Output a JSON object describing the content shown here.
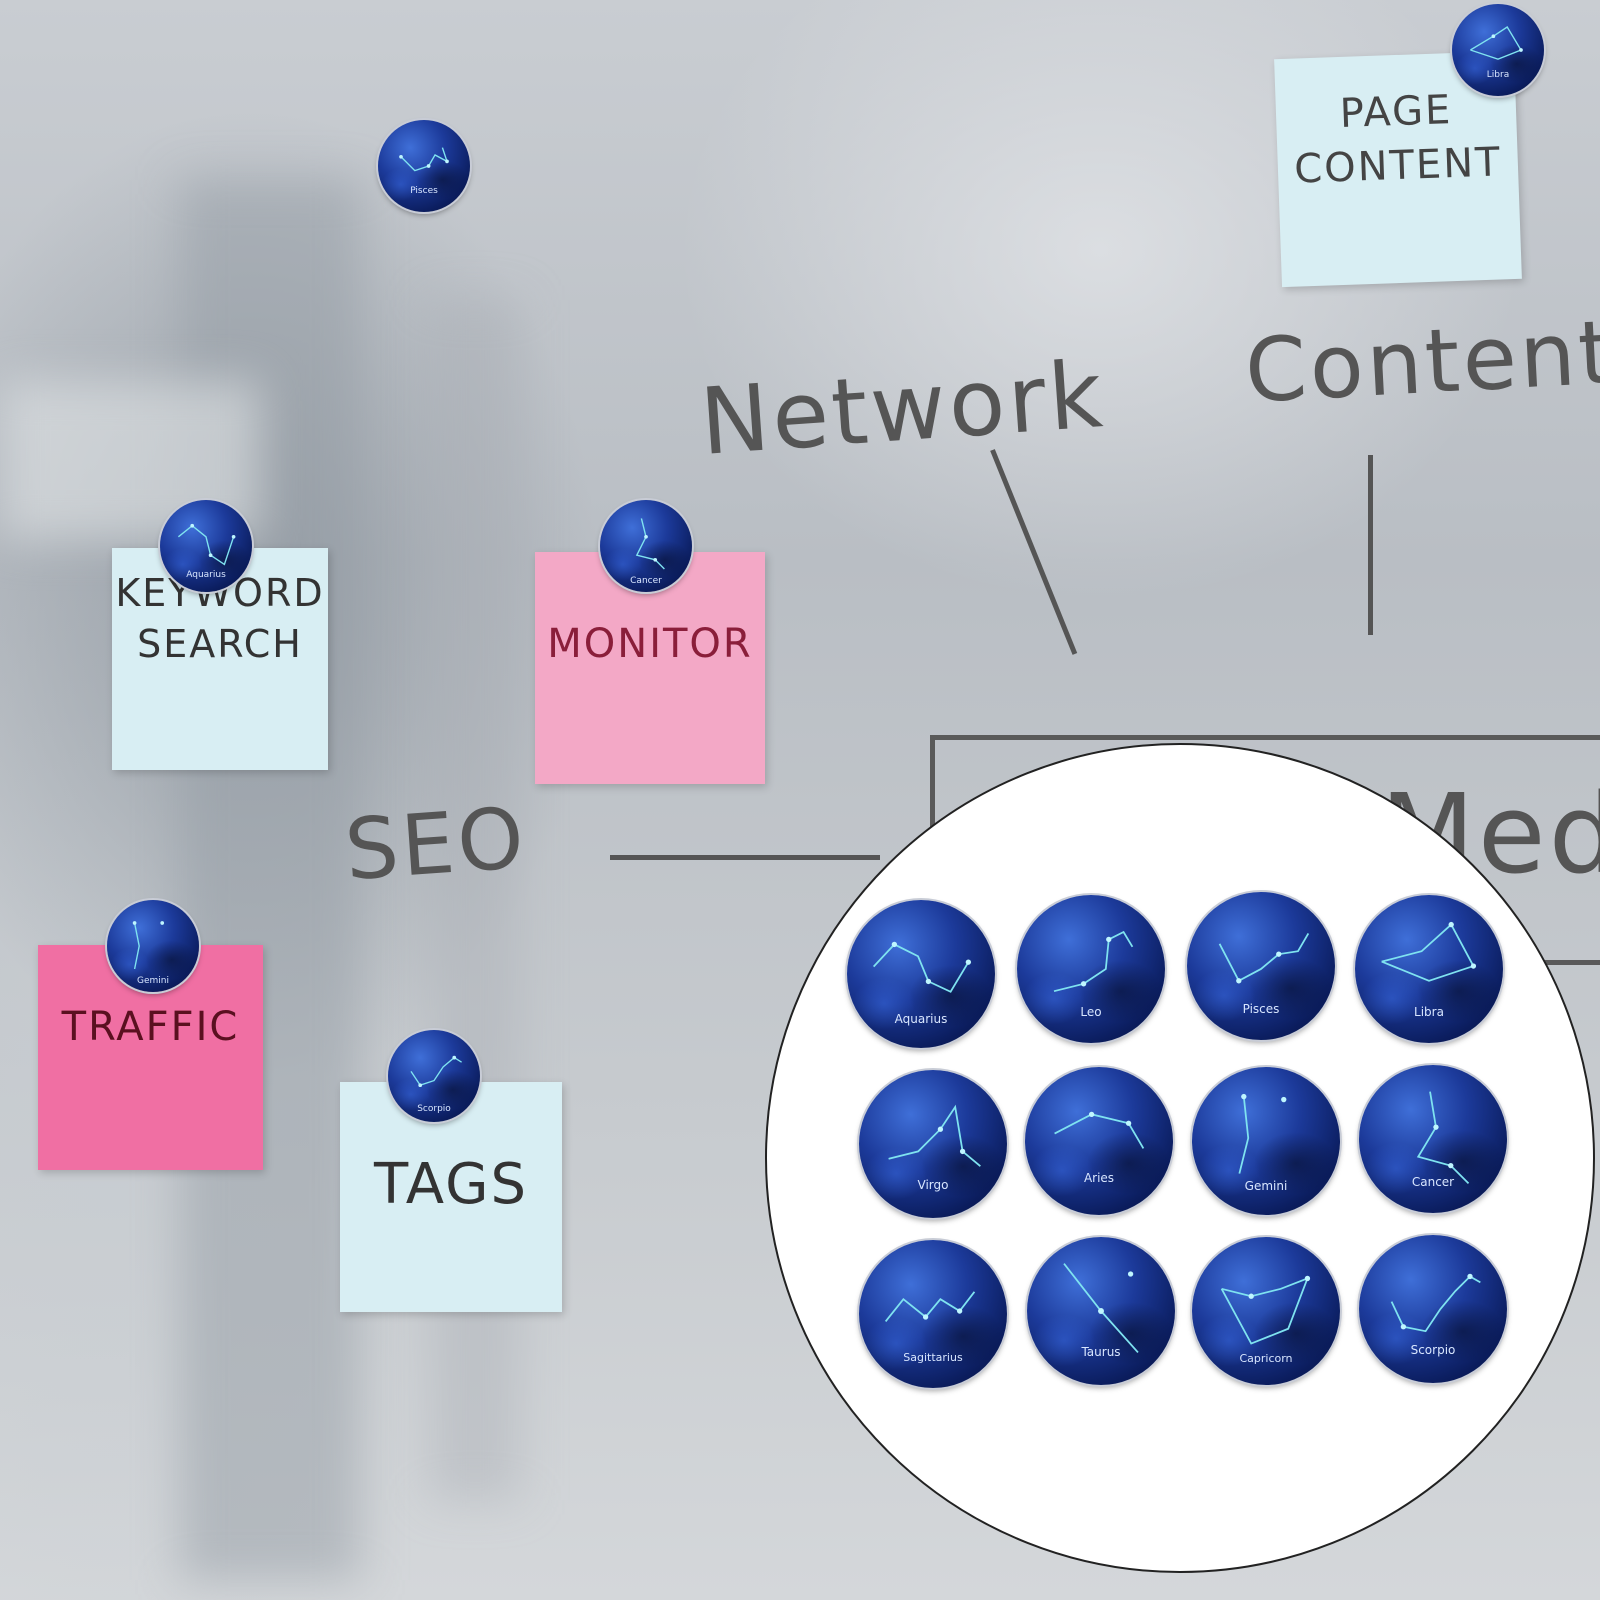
{
  "board": {
    "text_network": "Network",
    "text_content": "Content",
    "text_seo": "SEO",
    "text_media": "Med"
  },
  "notes": {
    "page_content": "PAGE\nCONTENT",
    "keyword_search": "KEYWORD\nSEARCH",
    "monitor": "MONITOR",
    "traffic": "TRAFFIC",
    "tags": "TAGS"
  },
  "colors": {
    "note_blue": "#d8eef3",
    "note_pink": "#f3a8c6",
    "note_hotpink": "#f06fa3",
    "magnet_blue": "#1c3a9a",
    "star_cyan": "#7fe3f0"
  },
  "board_magnets": {
    "pisces": "Pisces",
    "libra": "Libra",
    "aquarius": "Aquarius",
    "cancer": "Cancer",
    "gemini": "Gemini",
    "scorpio": "Scorpio"
  },
  "inset_magnets": {
    "row1": [
      "Aquarius",
      "Leo",
      "Pisces",
      "Libra"
    ],
    "row2": [
      "Virgo",
      "Aries",
      "Gemini",
      "Cancer"
    ],
    "row3": [
      "Sagittarius",
      "Taurus",
      "Capricorn",
      "Scorpio"
    ]
  }
}
